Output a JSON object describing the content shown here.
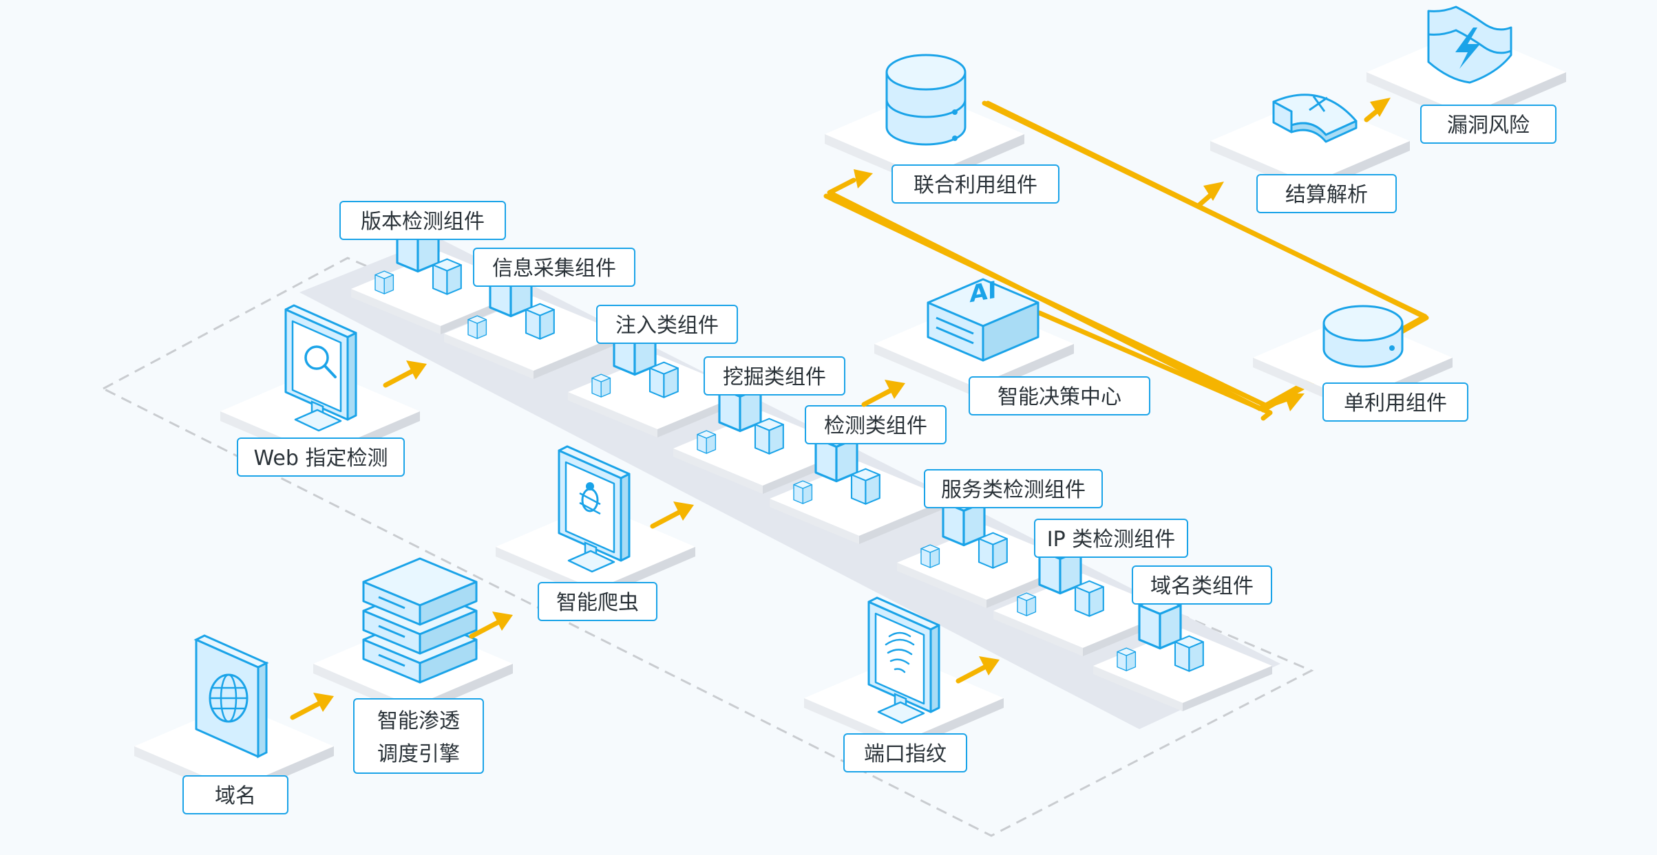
{
  "colors": {
    "background": "#f6fafd",
    "accent_blue": "#1aa3e8",
    "arrow_yellow": "#f5b400",
    "platform_top": "#ffffff",
    "platform_side": "#d9dde2",
    "zone_fill": "#e3e7ee",
    "dashed_border": "#c9ccd0"
  },
  "nodes": {
    "domain": "域名",
    "engine_line1": "智能渗透",
    "engine_line2": "调度引擎",
    "web_detect": "Web 指定检测",
    "crawler": "智能爬虫",
    "port_fingerprint": "端口指纹",
    "version_detect": "版本检测组件",
    "info_collect": "信息采集组件",
    "injection": "注入类组件",
    "mining": "挖掘类组件",
    "detection": "检测类组件",
    "service_detect": "服务类检测组件",
    "ip_detect": "IP 类检测组件",
    "domain_detect": "域名类组件",
    "ai_center": "智能决策中心",
    "ai_text": "AI",
    "joint_use": "联合利用组件",
    "single_use": "单利用组件",
    "result_parse": "结算解析",
    "vuln_risk": "漏洞风险"
  },
  "icons": {
    "domain": "globe-panel-icon",
    "engine": "server-stack-icon",
    "web": "monitor-search-icon",
    "crawler": "monitor-bug-icon",
    "port": "monitor-fingerprint-icon",
    "components": "cubes-icon",
    "ai": "ai-box-icon",
    "joint": "database-icon",
    "single": "disk-icon",
    "result": "gauge-icon",
    "risk": "shield-lightning-icon"
  }
}
